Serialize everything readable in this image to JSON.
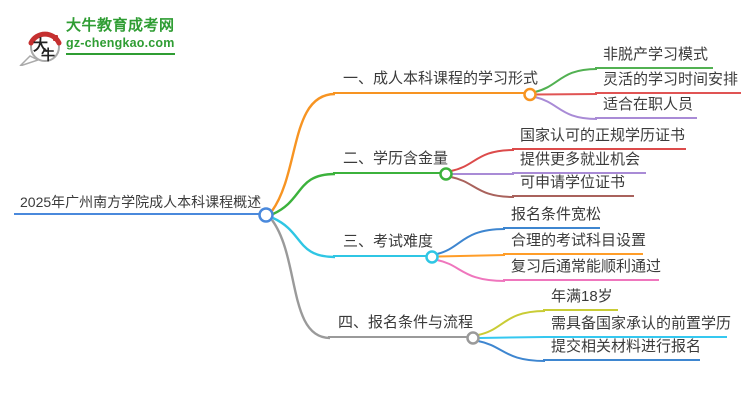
{
  "page": {
    "background": "#ffffff",
    "text_color": "#3b3b3b"
  },
  "logo": {
    "badge_char_1": "大",
    "badge_char_2": "牛",
    "site_name": "大牛教育成考网",
    "site_url": "gz-chengkao.com",
    "brand_green": "#2f9d33",
    "badge_red": "#c53030",
    "badge_border_gray": "#aaaaaa"
  },
  "mindmap": {
    "root": {
      "label": "2025年广州南方学院成人本科课程概述",
      "color": "#4a89dc"
    },
    "branches": [
      {
        "label": "一、成人本科课程的学习形式",
        "color": "#f79422",
        "children": [
          {
            "label": "非脱产学习模式",
            "color": "#52b152"
          },
          {
            "label": "灵活的学习时间安排",
            "color": "#e05454"
          },
          {
            "label": "适合在职人员",
            "color": "#a98bd6"
          }
        ]
      },
      {
        "label": "二、学历含金量",
        "color": "#3cb23c",
        "children": [
          {
            "label": "国家认可的正规学历证书",
            "color": "#dc4b4b"
          },
          {
            "label": "提供更多就业机会",
            "color": "#a98bd6"
          },
          {
            "label": "可申请学位证书",
            "color": "#a9625c"
          }
        ]
      },
      {
        "label": "三、考试难度",
        "color": "#2fc6e4",
        "children": [
          {
            "label": "报名条件宽松",
            "color": "#3e86d0"
          },
          {
            "label": "合理的考试科目设置",
            "color": "#ff9d28"
          },
          {
            "label": "复习后通常能顺利通过",
            "color": "#ef76bd"
          }
        ]
      },
      {
        "label": "四、报名条件与流程",
        "color": "#9a9a9a",
        "children": [
          {
            "label": "年满18岁",
            "color": "#c9cc35"
          },
          {
            "label": "需具备国家承认的前置学历",
            "color": "#35c8f0"
          },
          {
            "label": "提交相关材料进行报名",
            "color": "#3e86d0"
          }
        ]
      }
    ]
  }
}
